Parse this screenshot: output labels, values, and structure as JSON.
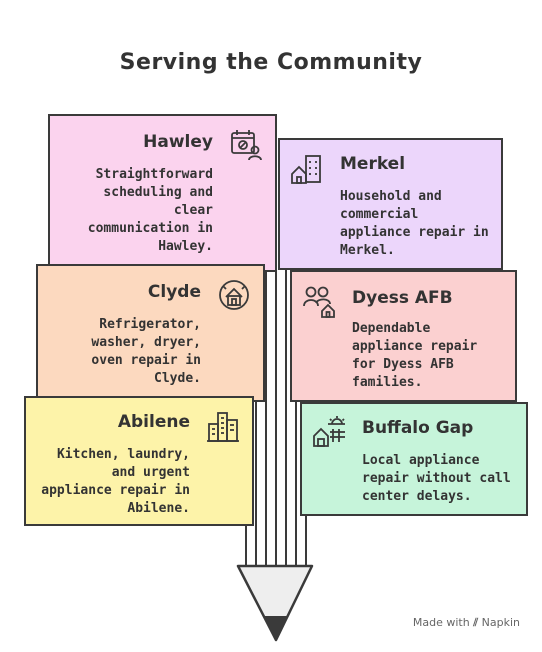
{
  "title": "Serving the Community",
  "footer": {
    "made_with": "Made with",
    "brand": "Napkin"
  },
  "colors": {
    "hawley": "#fbd3ee",
    "merkel": "#ecd6fb",
    "clyde": "#fcd9bf",
    "dyess": "#fbd0d0",
    "abilene": "#fdf3a9",
    "buffalo": "#c6f4da",
    "outline": "#3a3a3a"
  },
  "cards": {
    "hawley": {
      "name": "Hawley",
      "desc": "Straightforward\nscheduling and\nclear\ncommunication in\nHawley.",
      "icon": "calendar-person-icon"
    },
    "merkel": {
      "name": "Merkel",
      "desc": "Household and\ncommercial\nappliance repair in\nMerkel.",
      "icon": "buildings-house-icon"
    },
    "clyde": {
      "name": "Clyde",
      "desc": "Refrigerator,\nwasher, dryer,\noven repair in\nClyde.",
      "icon": "community-house-icon"
    },
    "dyess": {
      "name": "Dyess AFB",
      "desc": "Dependable\nappliance repair\nfor Dyess AFB\nfamilies.",
      "icon": "people-house-icon"
    },
    "abilene": {
      "name": "Abilene",
      "desc": "Kitchen, laundry,\nand urgent\nappliance repair in\nAbilene.",
      "icon": "city-skyline-icon"
    },
    "buffalo": {
      "name": "Buffalo Gap",
      "desc": "Local appliance\nrepair without call\ncenter delays.",
      "icon": "farm-sun-icon"
    }
  }
}
